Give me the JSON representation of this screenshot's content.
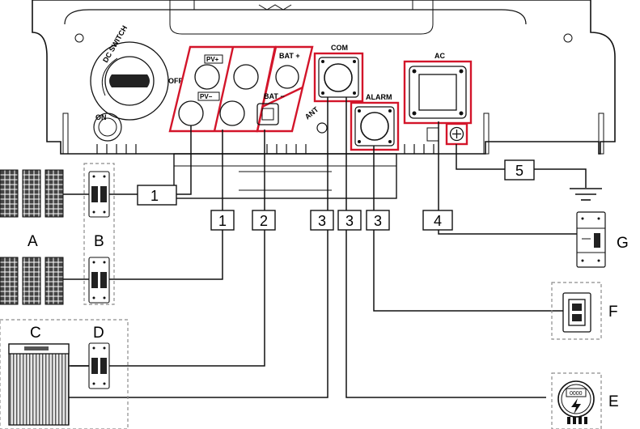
{
  "inverter": {
    "dc_switch_label": "DC SWITCH",
    "off_label": "OFF",
    "on_label": "ON",
    "pv_plus_label": "PV+",
    "pv_minus_label": "PV−",
    "bat_plus_label": "BAT +",
    "bat_minus_label": "BAT −",
    "ant_label": "ANT",
    "com_label": "COM",
    "alarm_label": "ALARM",
    "ac_label": "AC"
  },
  "cable_numbers": {
    "pv_top": "1",
    "pv_bottom": "1",
    "battery": "2",
    "com_a": "3",
    "com_b": "3",
    "alarm": "3",
    "ac": "4",
    "ground": "5"
  },
  "components": {
    "solar_panels": "A",
    "pv_breakers": "B",
    "battery": "C",
    "battery_breaker": "D",
    "meter": "E",
    "alarm_device": "F",
    "ac_breaker": "G"
  },
  "meter_display": "0000",
  "colors": {
    "highlight": "#d3152a",
    "line": "#111111",
    "dashed": "#8c8c8c"
  }
}
